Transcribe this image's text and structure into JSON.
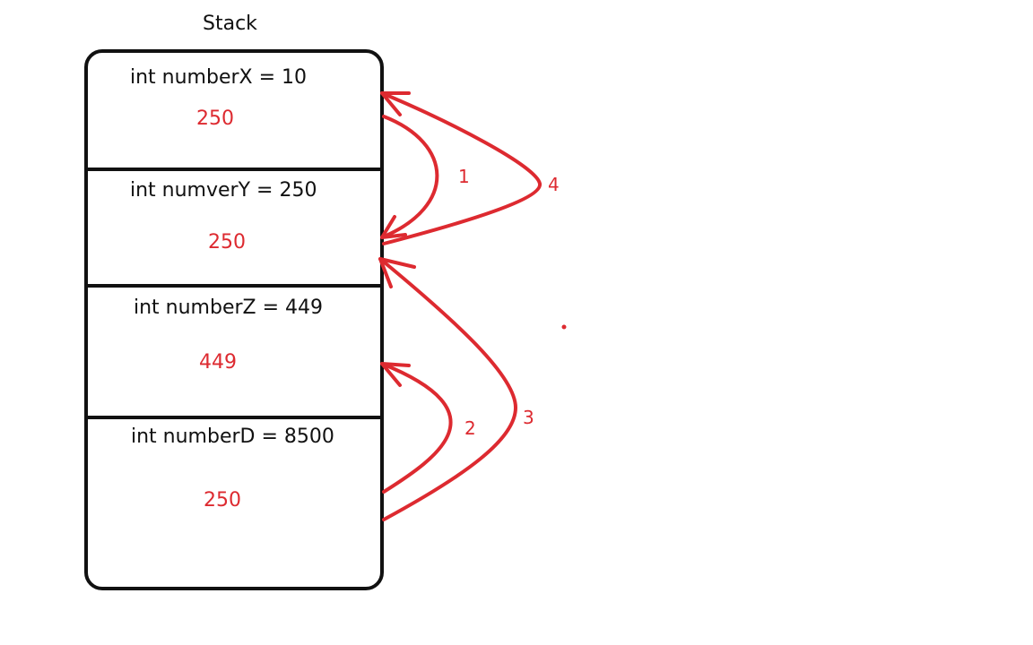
{
  "title": "Stack",
  "colors": {
    "ink": "#111111",
    "accent": "#dd2a30"
  },
  "cells": [
    {
      "label": "int numberX = 10",
      "value": "250"
    },
    {
      "label": "int numverY = 250",
      "value": "250"
    },
    {
      "label": "int numberZ = 449",
      "value": "449"
    },
    {
      "label": "int numberD = 8500",
      "value": "250"
    }
  ],
  "arrows": [
    {
      "number": "1"
    },
    {
      "number": "2"
    },
    {
      "number": "3"
    },
    {
      "number": "4"
    }
  ]
}
